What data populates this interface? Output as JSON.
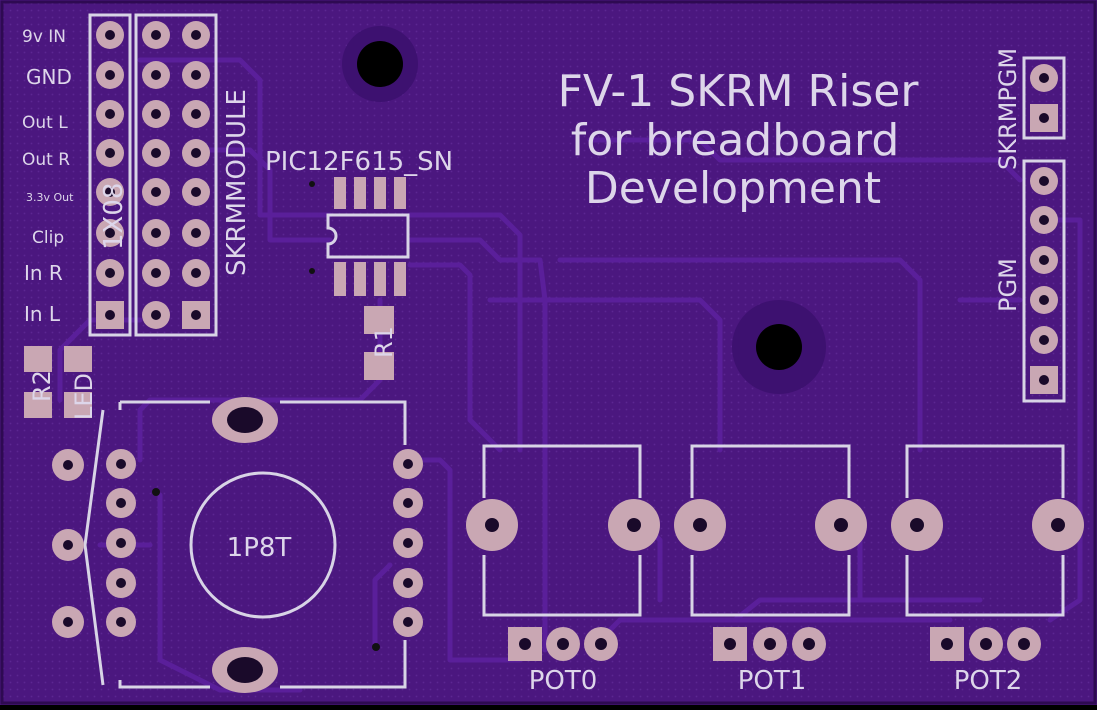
{
  "colors": {
    "board": "#4b177f",
    "board_edge": "#3a0f66",
    "silkscreen": "#d8d4e6",
    "copper_pad": "#c9a7b3",
    "drill": "#1a0a2a",
    "mount_ring": "#3d1170"
  },
  "title": {
    "line1": "FV-1 SKRM Riser",
    "line2": "for breadboard",
    "line3": "Development"
  },
  "pin_labels": [
    "9v IN",
    "GND",
    "Out L",
    "Out R",
    "3.3v Out",
    "Clip",
    "In R",
    "In L"
  ],
  "components": {
    "header_1x8": "1X08",
    "module": "SKRMMODULE",
    "ic": "PIC12F615_SN",
    "r1": "R1",
    "r2": "R2",
    "led": "LED",
    "switch": "1P8T",
    "skrmpgm": "SKRMPGM",
    "pgm": "PGM",
    "pot0": "POT0",
    "pot1": "POT1",
    "pot2": "POT2"
  }
}
